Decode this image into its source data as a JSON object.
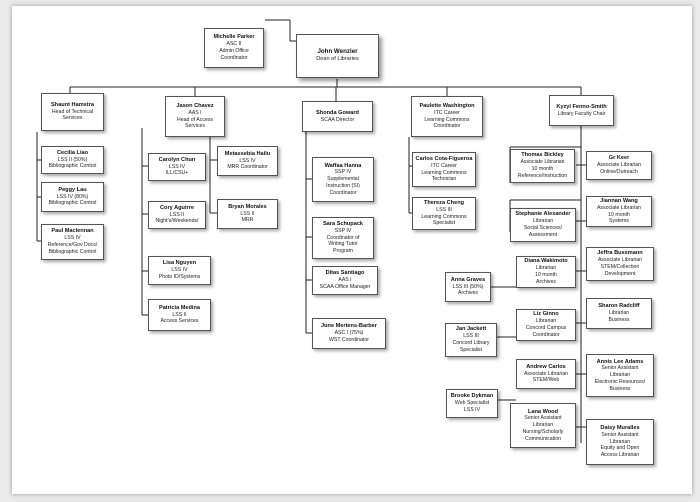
{
  "nodes": {
    "wenzler": {
      "name": "John Wenzler",
      "title": "Dean of Libraries"
    },
    "parker": {
      "name": "Michelle Parker",
      "title": "ASC II\nAdmin Office\nCoordinator"
    },
    "hamstra": {
      "name": "Shaunt Hamstra",
      "title": "Head of Technical\nServices"
    },
    "chavez": {
      "name": "Jason Chavez",
      "title": "AAS I\nHead of Access\nServices"
    },
    "goward": {
      "name": "Shonda Goward",
      "title": "SCAA Director"
    },
    "washington": {
      "name": "Paulette Washington",
      "title": "ITC Career\nLearning Commons\nCoordinator"
    },
    "fennosmith": {
      "name": "Kyzyl Fenno-Smith",
      "title": "Library Faculty Chair"
    },
    "liao": {
      "name": "Cecilia Liao",
      "title": "LSS II (50%)\nBibliographic Control"
    },
    "lau": {
      "name": "Peggy Lau",
      "title": "LSS IV (80%)\nBibliographic Control"
    },
    "maclennan": {
      "name": "Paul Maclennan",
      "title": "LSS IV\nReference/Gov Docs/\nBibliographic Control"
    },
    "chun": {
      "name": "Carolyn Chun",
      "title": "LSS IV\nILL/CSU+"
    },
    "hailu": {
      "name": "Metassebia Hailu",
      "title": "LSS IV\nMRR Coordinator"
    },
    "aguirre": {
      "name": "Cory Aguirre",
      "title": "LSS II\nNight's/Weekends/"
    },
    "morales": {
      "name": "Bryan Morales",
      "title": "LSS II\nMRR"
    },
    "nguyen": {
      "name": "Lisa Nguyen",
      "title": "LSS IV\nPhoto ID/Systems"
    },
    "medina": {
      "name": "Patricia Medina",
      "title": "LSS II\nAccess Services"
    },
    "hanna": {
      "name": "Waffaa Hanna",
      "title": "SSP IV\nSupplemental\nInstruction (SI)\nCoordinator"
    },
    "schupack": {
      "name": "Sara Schupack",
      "title": "SSP IV\nCoordinator of\nWriting Tutor\nProgram"
    },
    "santiago": {
      "name": "Ditas Santiago",
      "title": "AAS I\nSCAA Office Manager"
    },
    "mertens": {
      "name": "June Mertens-Barber",
      "title": "ASC I (75%)\nWST Coordinator"
    },
    "figueroa": {
      "name": "Carlos Cota-Figueroa",
      "title": "ITC Career\nLearning Commons\nTechnician"
    },
    "cheng": {
      "name": "Thereza Cheng",
      "title": "LSS III\nLearning Commons\nSpecialist"
    },
    "bickley": {
      "name": "Thomas Bickley",
      "title": "Associate Librarian\n10 month\nReference/Instruction"
    },
    "keer": {
      "name": "Gr Keer",
      "title": "Associate Librarian\nOnline/Outreach"
    },
    "alexander": {
      "name": "Stephanie Alexander",
      "title": "Librarian\nSocial Sciences/\nAssessment"
    },
    "wang": {
      "name": "Jiannan Wang",
      "title": "Associate Librarian\n10 month\nSystems"
    },
    "wakimoto": {
      "name": "Diana Wakimoto",
      "title": "Librarian\n10 month\nArchives"
    },
    "bussmann": {
      "name": "Jeffra Bussmann",
      "title": "Associate Librarian\nSTEM/Collection\nDevelopment"
    },
    "graves": {
      "name": "Anna Graves",
      "title": "LSS III (50%)\nArchives"
    },
    "ginno": {
      "name": "Liz Ginno",
      "title": "Librarian\nConcord Campus\nCoordinator"
    },
    "radcliff": {
      "name": "Sharon Radcliff",
      "title": "Librarian\nBusiness"
    },
    "jackett": {
      "name": "Jan Jackett",
      "title": "LSS III\nConcord Library\nSpecialist"
    },
    "carlos": {
      "name": "Andrew Carlos",
      "title": "Associate Librarian\nSTEM/Web"
    },
    "ward": {
      "name": "Annis Lee Adams",
      "title": "Senior Assistant\nLibrarian\nElectronic Resources/\nBusiness"
    },
    "dykman": {
      "name": "Brooke Dykman",
      "title": "Web Specialist\nLSS IV"
    },
    "wood": {
      "name": "Lana Wood",
      "title": "Senior Assistant\nLibrarian\nNursing/Scholarly\nCommunication"
    },
    "muralles": {
      "name": "Daisy Muralles",
      "title": "Senior Assistant\nLibrarian\nEquity and Open\nAccess Librarian"
    }
  }
}
